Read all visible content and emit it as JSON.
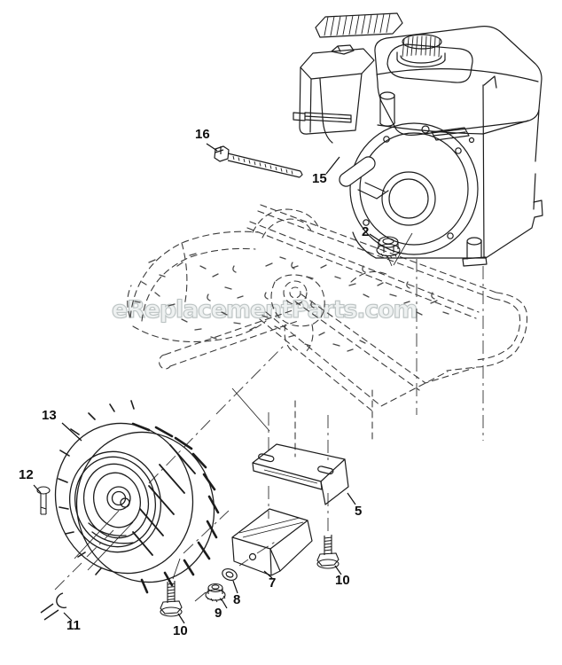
{
  "watermark": "eReplacementParts.com",
  "callouts": {
    "2": "2",
    "5": "5",
    "7": "7",
    "8": "8",
    "9": "9",
    "10a": "10",
    "10b": "10",
    "11": "11",
    "12": "12",
    "13": "13",
    "15": "15",
    "16": "16"
  }
}
